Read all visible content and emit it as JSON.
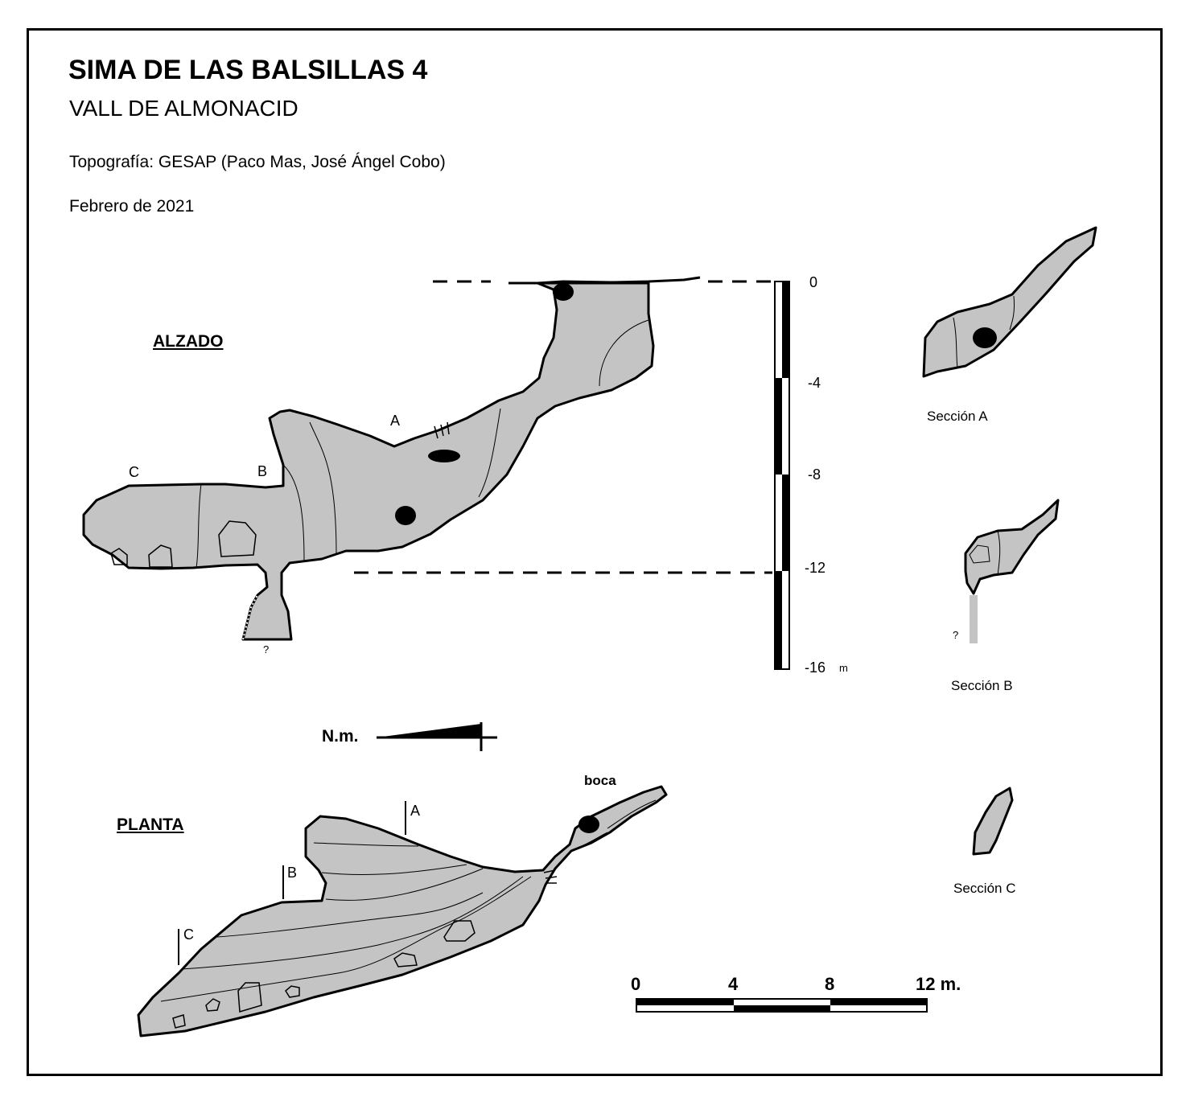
{
  "header": {
    "title": "SIMA DE LAS BALSILLAS 4",
    "subtitle": "VALL DE ALMONACID",
    "credit": "Topografía: GESAP (Paco Mas, José Ángel Cobo)",
    "date": "Febrero de 2021"
  },
  "views": {
    "elevation_label": "ALZADO",
    "plan_label": "PLANTA"
  },
  "elevation_marks": {
    "a": "A",
    "b": "B",
    "c": "C",
    "unknown": "?"
  },
  "depth_scale": {
    "ticks": [
      "0",
      "-4",
      "-8",
      "-12",
      "-16"
    ],
    "unit": "m"
  },
  "north": {
    "label": "N.m."
  },
  "plan_marks": {
    "a": "A",
    "b": "B",
    "c": "C",
    "entrance": "boca"
  },
  "sections": {
    "a": "Sección A",
    "b": "Sección B",
    "b_unknown": "?",
    "c": "Sección C"
  },
  "scale_bar": {
    "ticks": [
      "0",
      "4",
      "8",
      "12 m."
    ]
  },
  "colors": {
    "rock_fill": "#c4c4c4",
    "block": "#000000",
    "line": "#000000"
  }
}
